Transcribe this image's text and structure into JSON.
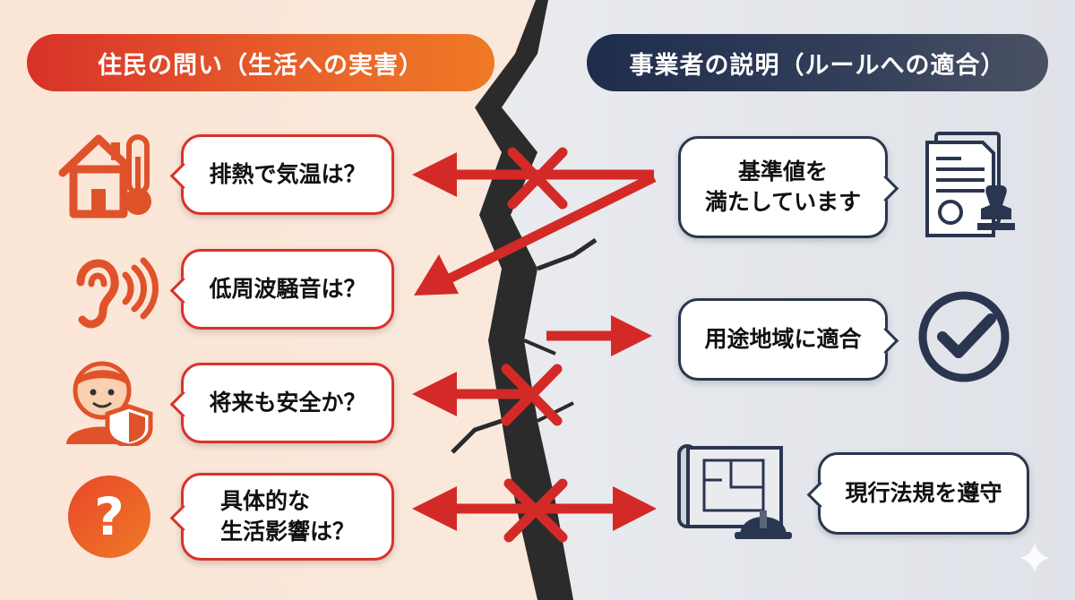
{
  "header": {
    "left_title": "住民の問い（生活への実害）",
    "right_title": "事業者の説明（ルールへの適合）"
  },
  "resident_questions": [
    {
      "label": "排熱で気温は？",
      "icon": "house-thermometer-icon"
    },
    {
      "label": "低周波騒音は？",
      "icon": "ear-sound-icon"
    },
    {
      "label": "将来も安全か？",
      "icon": "child-shield-icon"
    },
    {
      "label_line1": "具体的な",
      "label_line2": "生活影響は？",
      "icon": "question-mark-icon"
    }
  ],
  "operator_explanations": [
    {
      "label_line1": "基準値を",
      "label_line2": "満たしています",
      "icon": "document-stamp-icon"
    },
    {
      "label": "用途地域に適合",
      "icon": "checkmark-circle-icon"
    },
    {
      "label": "現行法規を遵守",
      "icon": "blueprint-hardhat-icon"
    }
  ],
  "colors": {
    "resident_accent": "#d8322a",
    "operator_accent": "#2a3650",
    "arrow": "#d42a27",
    "crack": "#2b2b2b"
  }
}
